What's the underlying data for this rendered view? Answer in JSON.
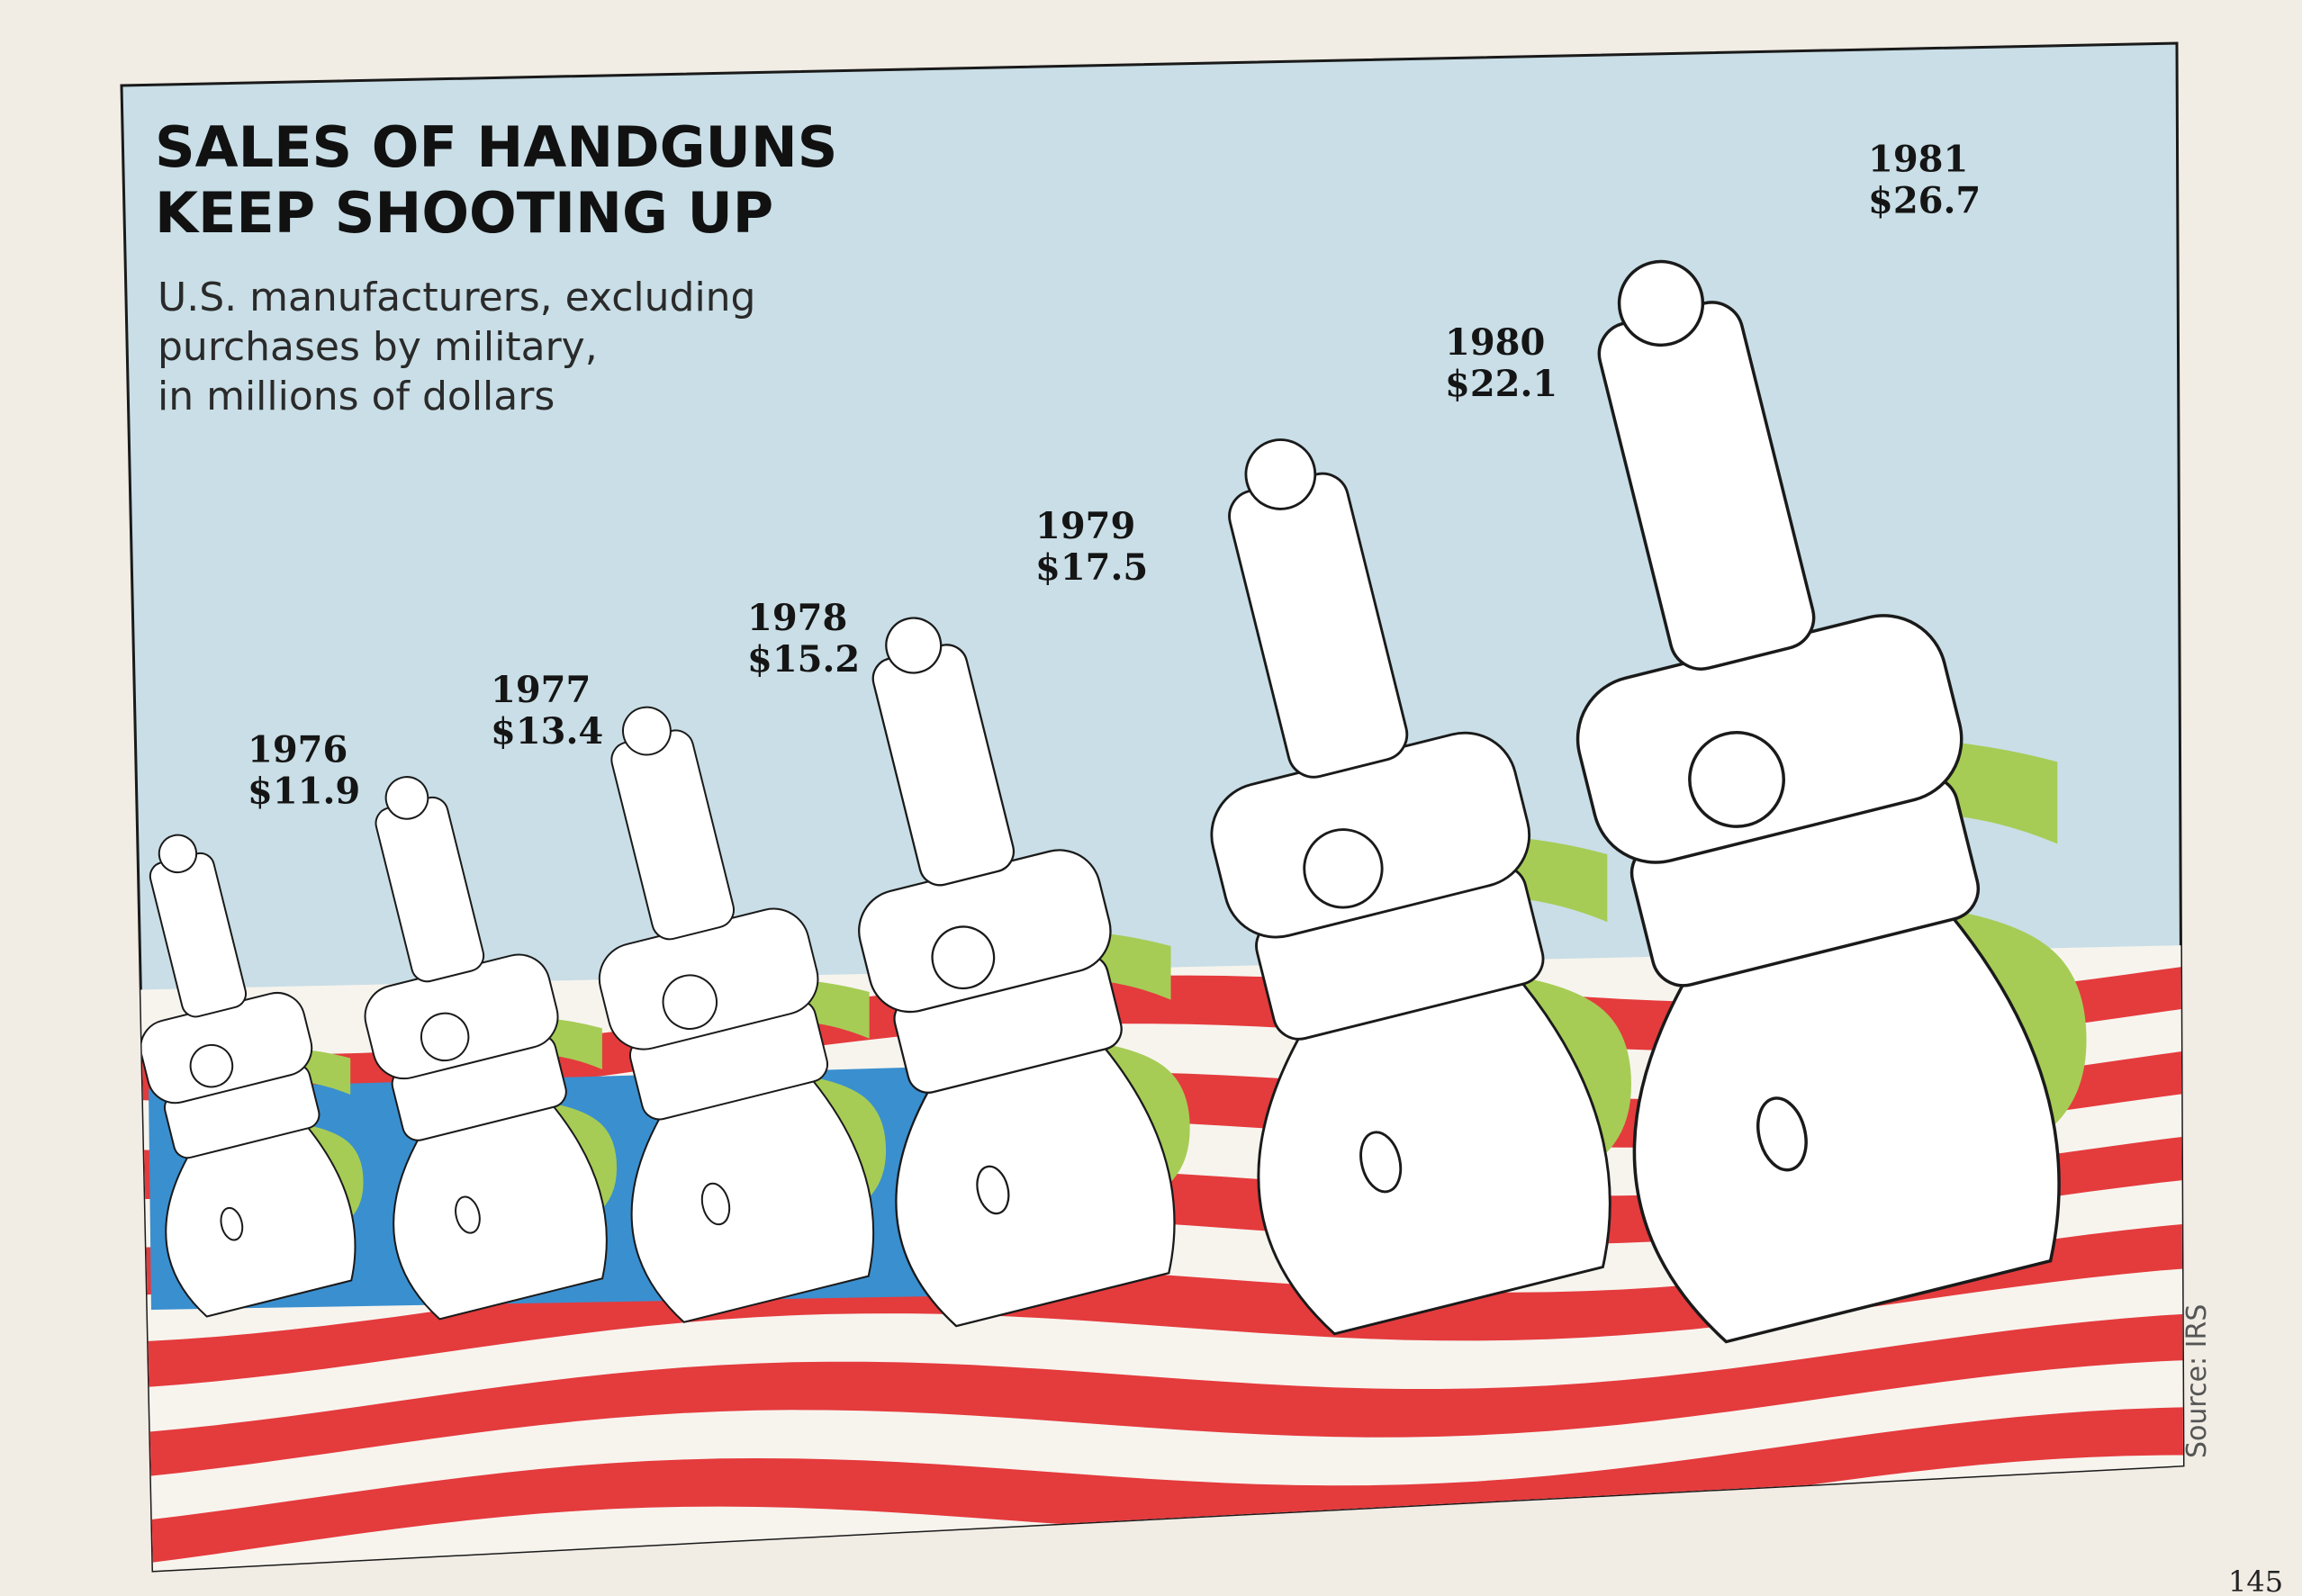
{
  "colors": {
    "page": "#f1ece4",
    "sky": "#c9dee6",
    "stripe_red": "#e43b3d",
    "stripe_white": "#f7f4ee",
    "canton_blue": "#3a8fcf",
    "dollar_green": "#a6cc55",
    "gun_white": "#ffffff",
    "outline": "#1a1a1a"
  },
  "icons": {
    "dollar_glyph": "$",
    "mark": "revolver-icon"
  },
  "chart_data": {
    "type": "bar",
    "title_lines": [
      "SALES OF HANDGUNS",
      "KEEP SHOOTING UP"
    ],
    "subtitle_lines": [
      "U.S. manufacturers, excluding",
      "purchases by military,",
      "in millions of dollars"
    ],
    "categories": [
      "1976",
      "1977",
      "1978",
      "1979",
      "1980",
      "1981"
    ],
    "values": [
      11.9,
      13.4,
      15.2,
      17.5,
      22.1,
      26.7
    ],
    "value_labels": [
      "$11.9",
      "$13.4",
      "$15.2",
      "$17.5",
      "$22.1",
      "$26.7"
    ],
    "ylim": [
      0,
      30
    ],
    "source": "Source: IRS",
    "grid": false
  },
  "page_number": "145"
}
